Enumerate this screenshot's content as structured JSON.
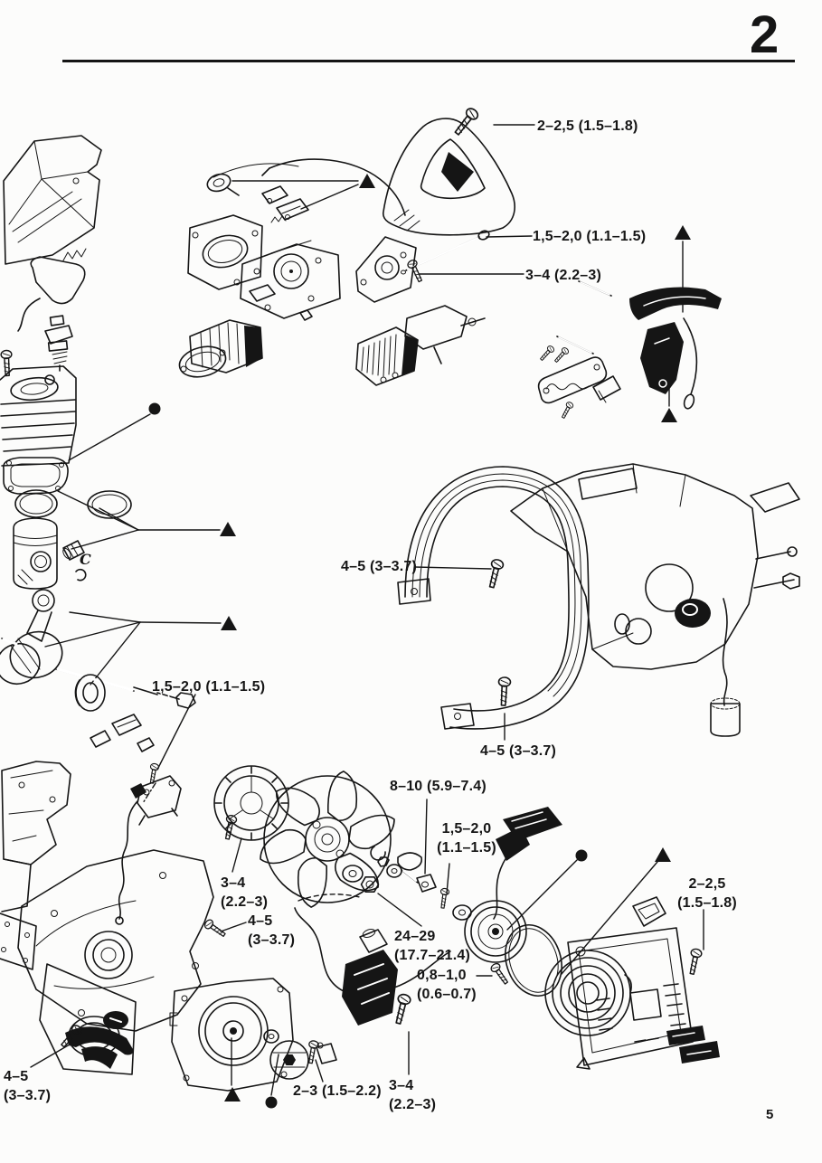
{
  "page": {
    "chapter_number": "2",
    "page_number": "5"
  },
  "figure": {
    "part_letter": "C"
  },
  "torque_labels": [
    {
      "text": "2–2,5 (1.5–1.8)"
    },
    {
      "text": "1,5–2,0 (1.1–1.5)"
    },
    {
      "text": "3–4 (2.2–3)"
    },
    {
      "text": "4–5 (3–3.7)"
    },
    {
      "text": "4–5 (3–3.7)"
    },
    {
      "text": "1,5–2,0 (1.1–1.5)"
    },
    {
      "text": "8–10 (5.9–7.4)"
    },
    {
      "text": "1,5–2,0\n(1.1–1.5)"
    },
    {
      "text": "3–4\n(2.2–3)"
    },
    {
      "text": "4–5\n(3–3.7)"
    },
    {
      "text": "24–29\n(17.7–21.4)"
    },
    {
      "text": "0,8–1,0\n(0.6–0.7)"
    },
    {
      "text": "2–2,5\n(1.5–1.8)"
    },
    {
      "text": "2–3 (1.5–2.2)"
    },
    {
      "text": "3–4\n(2.2–3)"
    },
    {
      "text": "4–5\n(3–3.7)"
    }
  ]
}
